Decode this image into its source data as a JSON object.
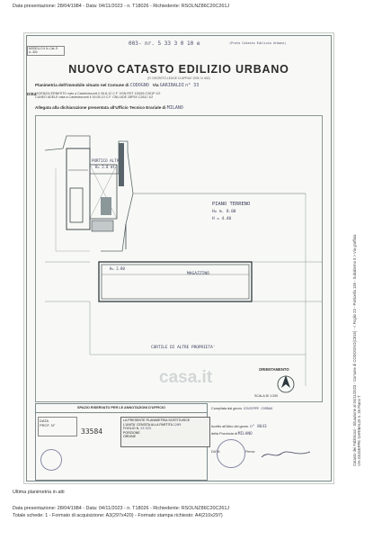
{
  "header": {
    "line1": "Data presentazione: 28/04/1984 - Data: 04/11/2023 - n. T18026 - Richiedente: RSOLNZ86C20C261J"
  },
  "sheet": {
    "modello": "MODELLO II N.-Cat. E. U.-300",
    "handwritten_top": "003- nr. 5 33 3 0 10 e",
    "stamp_top": "(Proto Catasto Edilizio Urbano)",
    "title": "NUOVO CATASTO EDILIZIO URBANO",
    "subtitle": "(R. DECRETO-LEGGE 13 APRILE 1939, N. 652)",
    "planimetria_label": "Planimetria dell'immobile situato nel Comune di",
    "planimetria_value": "CODOGNO",
    "via_label": "Via",
    "via_value": "GARIBALDI",
    "civico": "n° 33",
    "ditta_label": "Ditta",
    "rows": [
      "VIGENZAI  ERNESTO  nato a Castelvisconti  il 26-8-12  C.F. VGN RST 12M26 C261P  1/2",
      "CUNEO  ADELE nata a Castelvisconti  il 19-05-10  C.F. CNU ADE 28P5X C261J  1/2"
    ],
    "allegata": "Allegata alla dichiarazione presentata all'Ufficio Tecnico Erariale di",
    "allegata_value": "MILANO"
  },
  "plan": {
    "portico": "PORTICO ALTA",
    "portico_dim": "H= 2.8 mt.",
    "piano": "PIANO TERRENO",
    "h1": "H= m. 8.00",
    "h2": "H = 4.40",
    "h3": "H= 2.80",
    "magazzino": "MAGAZZINO",
    "cortile": "CORTILE DI ALTRE PROPRIETA'",
    "orientamento": "ORIENTAMENTO",
    "scala": "SCALA DI 1:200",
    "watermark": "casa.it"
  },
  "bottom": {
    "spazio": "SPAZIO RISERVATO PER LE ANNOTAZIONI D'UFFICIO",
    "data_label": "DATA",
    "prot_label": "PROT. N°",
    "prot_number": "33584",
    "stamp_lines": [
      "LA PRESENTE PLANIMETRIA SOSTITUISCE",
      "L'UNITA' CENSITA ALLA PARTITA",
      "FOGLIO N.",
      "PORZIONE",
      "ORDINE"
    ],
    "stamp_vals": [
      "1209",
      "23",
      "325"
    ],
    "compilata_label": "Compilata dal geom.",
    "compilata_value": "GIUSEPPE CORRAO",
    "iscritto_label": "Iscritto all'Albo dei geom.",
    "iscritto_num": "n° 8643",
    "provincia_label": "della Provincia di",
    "provincia_value": "MILANO",
    "data_sign_label": "DATA",
    "firma_label": "Firma:"
  },
  "footer": {
    "ultima": "Ultima planimetria in atti",
    "line1": "Data presentazione: 28/04/1984 - Data: 04/11/2023 - n. T18026 - Richiedente: RSOLNZ86C20C261J",
    "line2": "Totale schede: 1 - Formato di acquisizione: A3(297x420) - Formato stampa richiesto: A4(210x297)"
  },
  "side": {
    "line1": "Catasto dei Fabbricati - Situazione al 04/11/2023 - Comune di CODOGNO(C816) - < Foglio 23 - Particella 135 - Subalterno 5 > Via graffata",
    "line2": "VIA GIUSEPPE GARIBALDI n. 35 Piano T"
  }
}
